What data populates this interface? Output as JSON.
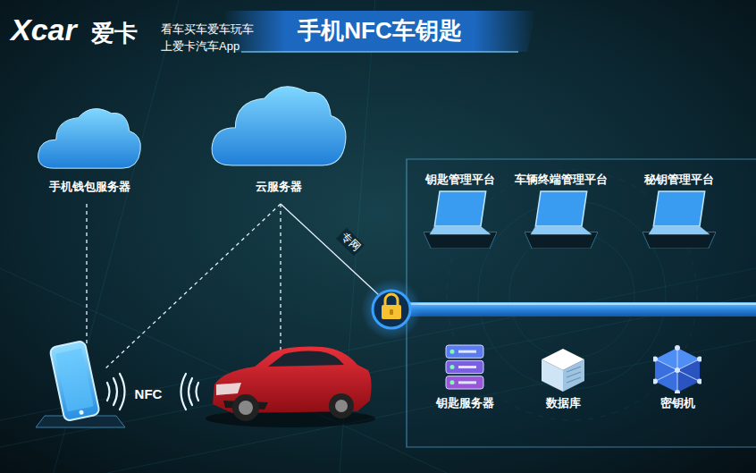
{
  "diagram": {
    "title": "手机NFC车钥匙",
    "nodes": [
      {
        "text": [
          "手机钱包服务器"
        ]
      },
      {
        "text": [
          "云服务器"
        ]
      },
      {
        "text": [
          "钥匙管理平台"
        ]
      },
      {
        "text": [
          "车辆终端管理平台"
        ]
      },
      {
        "text": [
          "秘钥管理平台"
        ]
      },
      {
        "text": [
          "钥匙服务器"
        ]
      },
      {
        "text": [
          "数据库"
        ]
      },
      {
        "text": [
          "密钥机"
        ]
      }
    ],
    "labels": [
      "Xcar",
      "爱卡",
      "看车买车爱车玩车",
      "上爱卡汽车App",
      "专网",
      "NFC"
    ]
  }
}
